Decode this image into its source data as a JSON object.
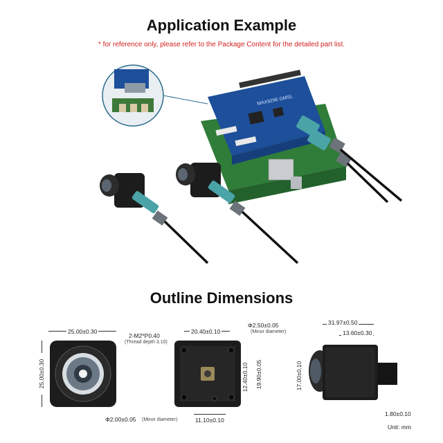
{
  "section1": {
    "title": "Application Example",
    "note": "* for reference only, please refer to the Package Content for the detailed part list."
  },
  "section2": {
    "title": "Outline Dimensions",
    "front": {
      "width": "25.00±0.30",
      "height": "25.00±0.30"
    },
    "back": {
      "top_width": "20.40±0.10",
      "screw": "2-M2*P0.40",
      "screw_note": "(Thread depth 3.10)",
      "hole": "Φ2.50±0.05",
      "hole_note": "(Minor diameter)",
      "h1": "12.40±0.10",
      "h2": "19.90±0.05",
      "bottom_hole": "Φ2.00±0.05",
      "bottom_hole_note": "(Minor diameter)",
      "bottom_width": "11.10±0.10"
    },
    "side": {
      "total_width": "31.97±0.50",
      "body_width": "13.60±0.30",
      "height": "17.00±0.10",
      "offset": "1.80±0.10"
    },
    "unit": "Unit: mm"
  },
  "colors": {
    "note_red": "#d32020",
    "board_blue": "#1d4f9a",
    "connector_teal": "#4aa3a6",
    "camera_black": "#1c1c1c"
  }
}
